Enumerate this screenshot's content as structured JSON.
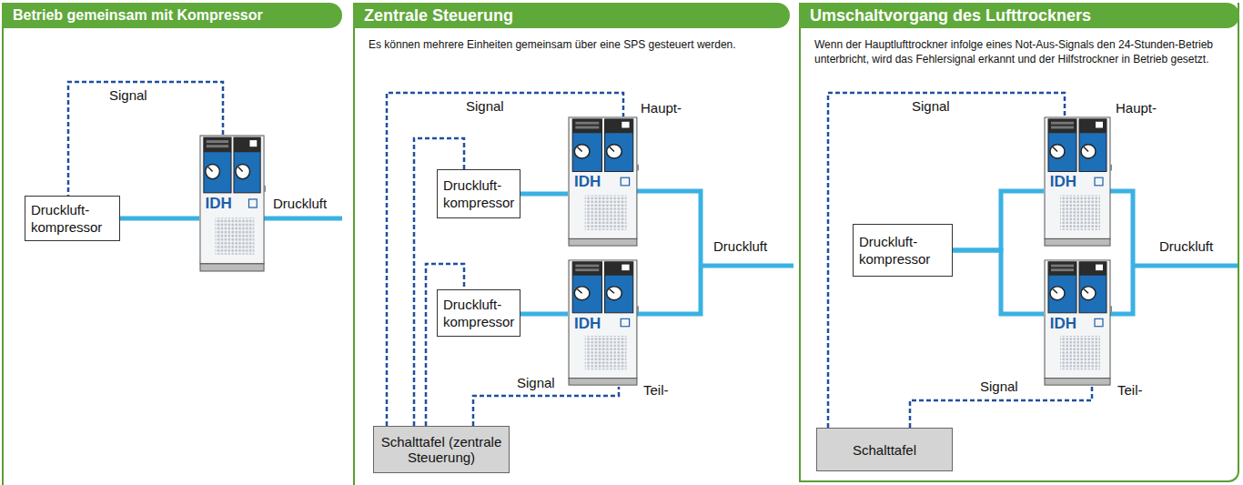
{
  "diagram": {
    "nodes": [
      {
        "text": [
          "Betrieb gemeinsam mit Kompressor"
        ]
      },
      {
        "text": [
          "Druckluft- kompressor"
        ],
        "in": 0
      },
      {
        "text": [
          "IDH"
        ],
        "in": 0
      },
      {
        "text": [
          "Zentrale Steuerung",
          "Es können mehrere Einheiten gemeinsam über eine SPS gesteuert werden."
        ]
      },
      {
        "text": [
          "Druckluft- kompressor"
        ],
        "in": 3
      },
      {
        "text": [
          "IDH"
        ],
        "in": 3
      },
      {
        "text": [
          "Druckluft- kompressor"
        ],
        "in": 3
      },
      {
        "text": [
          "IDH"
        ],
        "in": 3
      },
      {
        "text": [
          "Schalttafel (zentrale Steuerung)"
        ],
        "in": 3
      },
      {
        "text": [
          "Umschaltvorgang des Lufttrockners",
          "Wenn der Hauptlufttrockner infolge eines Not-Aus-Signals den 24-Stunden-Betrieb unterbricht, wird das Fehlersignal erkannt und der Hilfstrockner in Betrieb gesetzt."
        ]
      },
      {
        "text": [
          "Druckluft- kompressor"
        ],
        "in": 9
      },
      {
        "text": [
          "IDH"
        ],
        "in": 9
      },
      {
        "text": [
          "IDH"
        ],
        "in": 9
      },
      {
        "text": [
          "Schalttafel"
        ],
        "in": 9
      }
    ],
    "edges": [
      {
        "from": 1,
        "to": 2,
        "arrow": "none"
      },
      {
        "from": 2,
        "to": 1,
        "label": "Signal",
        "arrow": "none"
      },
      {
        "from": 4,
        "to": 5,
        "arrow": "none"
      },
      {
        "from": 6,
        "to": 7,
        "arrow": "none"
      },
      {
        "from": 8,
        "to": 5,
        "label": "Signal",
        "arrow": "none"
      },
      {
        "from": 8,
        "to": 4,
        "arrow": "none"
      },
      {
        "from": 8,
        "to": 6,
        "arrow": "none"
      },
      {
        "from": 8,
        "to": 7,
        "label": "Signal",
        "arrow": "none"
      },
      {
        "from": 10,
        "to": 11,
        "arrow": "none"
      },
      {
        "from": 10,
        "to": 12,
        "arrow": "none"
      },
      {
        "from": 13,
        "to": 11,
        "label": "Signal",
        "arrow": "none"
      },
      {
        "from": 13,
        "to": 12,
        "label": "Signal",
        "arrow": "none"
      }
    ],
    "labels": [
      "Druckluft",
      "Haupt-",
      "Druckluft",
      "Teil-",
      "Haupt-",
      "Druckluft",
      "Teil-"
    ]
  }
}
